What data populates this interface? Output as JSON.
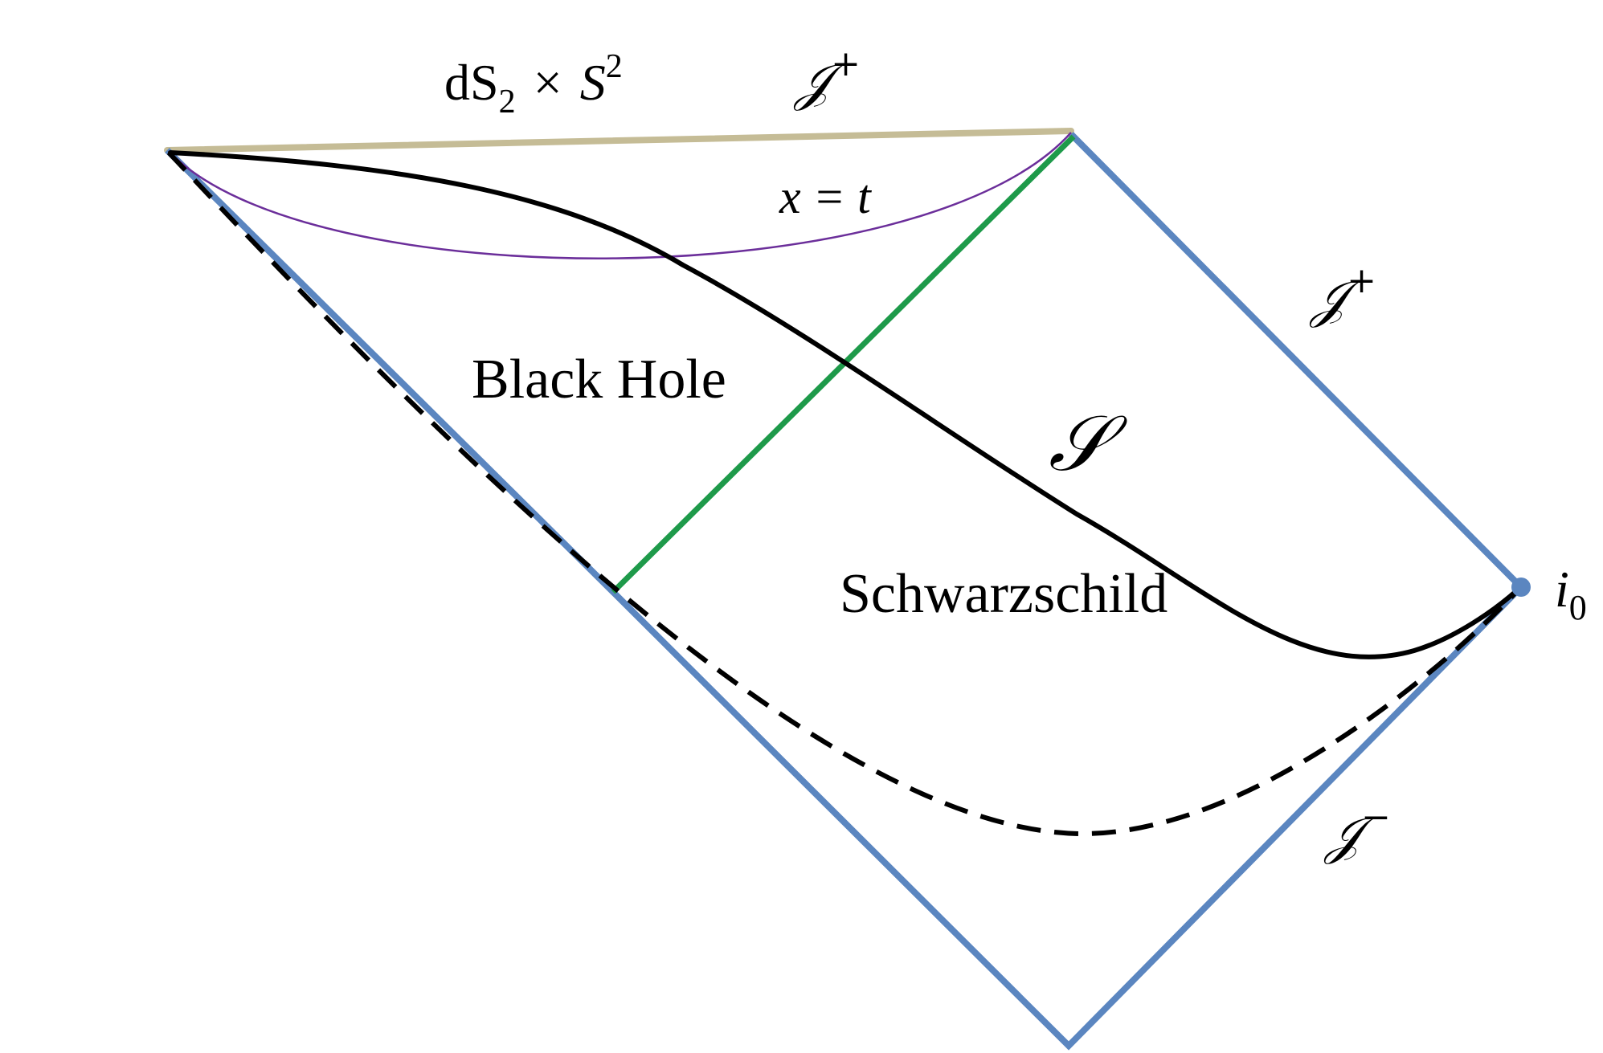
{
  "colors": {
    "boundary": "#5B86C0",
    "horizon": "#1E9A4A",
    "top_edge": "#C5BC96",
    "xt_curve": "#6B2E9A",
    "slice": "#000000",
    "dashed": "#000000"
  },
  "labels": {
    "ds2_base": "dS",
    "ds2_sub": "2",
    "ds2_times": "×",
    "ds2_S": "S",
    "ds2_sup": "2",
    "scri_top_left": "𝒥",
    "scri_top_left_sup": "+",
    "scri_right_plus": "𝒥",
    "scri_right_plus_sup": "+",
    "scri_minus": "𝒥",
    "scri_minus_sup": "−",
    "x_eq_t": "x = t",
    "black_hole": "Black Hole",
    "schwarzschild": "Schwarzschild",
    "slice_name": "𝒮",
    "i0_base": "i",
    "i0_sub": "0"
  }
}
